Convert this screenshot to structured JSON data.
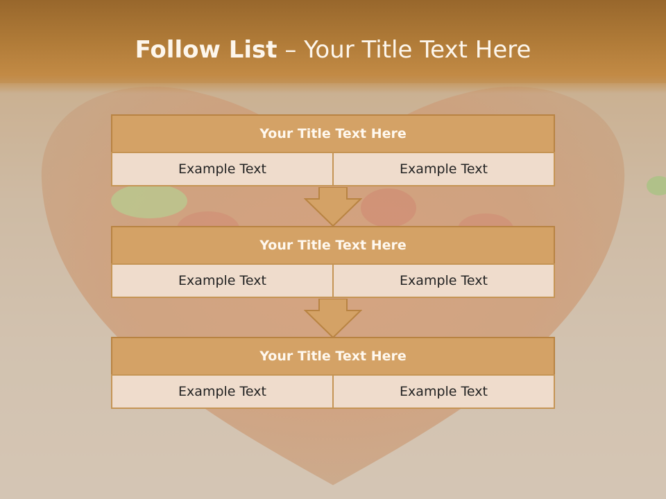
{
  "slide": {
    "title_bold": "Follow List",
    "title_rest": " – Your Title Text Here"
  },
  "blocks": [
    {
      "title": "Your Title Text Here",
      "left": "Example Text",
      "right": "Example Text"
    },
    {
      "title": "Your Title Text Here",
      "left": "Example Text",
      "right": "Example Text"
    },
    {
      "title": "Your Title Text Here",
      "left": "Example Text",
      "right": "Example Text"
    }
  ],
  "colors": {
    "header": "#b07b38",
    "block_title": "#d4a266",
    "block_cell": "#efdccc",
    "border": "#b88342"
  }
}
